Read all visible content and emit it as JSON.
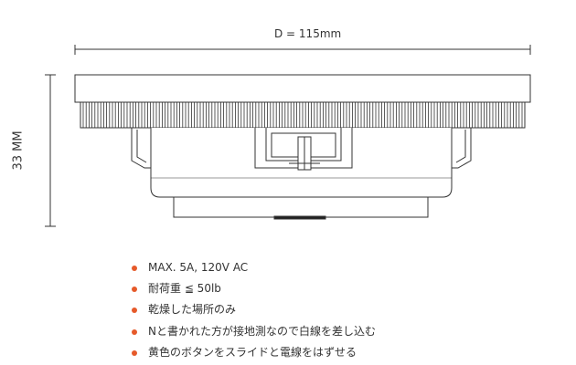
{
  "dimensions": {
    "diameter_label": "D = 115mm",
    "height_label": "33 MM"
  },
  "specs": [
    "MAX. 5A, 120V AC",
    "耐荷重 ≦ 50lb",
    "乾燥した場所のみ",
    "Nと書かれた方が接地測なので白線を差し込む",
    "黄色のボタンをスライドと電線をはずせる"
  ],
  "colors": {
    "bullet": "#e65a2a",
    "line": "#333333"
  }
}
